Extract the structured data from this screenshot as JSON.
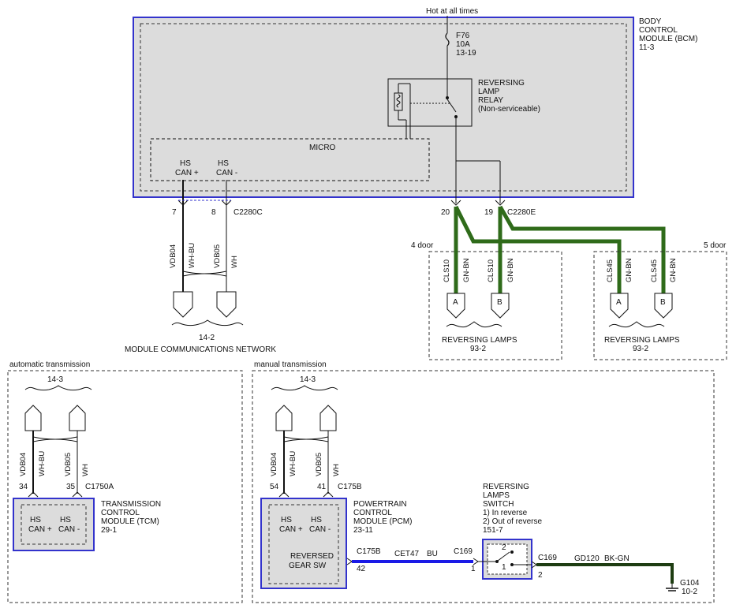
{
  "colors": {
    "module_border": "#3333cc",
    "module_fill": "#dcdcdc",
    "wire_green": "#2f6b1a",
    "wire_blue": "#1a1ae6",
    "wire_ground": "#1e3d12",
    "line": "#111111",
    "dash": "#333333"
  },
  "icons": [
    "fuse-icon",
    "relay-coil-icon",
    "relay-switch-icon",
    "ground-icon",
    "connector-plug-icon",
    "twisted-pair-icon"
  ],
  "power": {
    "label": "Hot at all times"
  },
  "bcm": {
    "label_lines": [
      "BODY",
      "CONTROL",
      "MODULE (BCM)",
      "11-3"
    ],
    "fuse_lines": [
      "F76",
      "10A",
      "13-19"
    ],
    "relay_lines": [
      "REVERSING",
      "LAMP",
      "RELAY",
      "(Non-serviceable)"
    ],
    "micro_label": "MICRO",
    "can_hi": [
      "HS",
      "CAN +"
    ],
    "can_lo": [
      "HS",
      "CAN -"
    ]
  },
  "bcm_connectors": {
    "can": {
      "pin_hi": "7",
      "pin_lo": "8",
      "connector": "C2280C"
    },
    "lamp": {
      "pin_a": "20",
      "pin_b": "19",
      "connector": "C2280E"
    }
  },
  "network": {
    "wire_hi": {
      "circuit": "VDB04",
      "color": "WH-BU"
    },
    "wire_lo": {
      "circuit": "VDB05",
      "color": "WH"
    },
    "page_ref": "14-2",
    "label": "MODULE COMMUNICATIONS NETWORK"
  },
  "lamps_4door": {
    "variant": "4 door",
    "wire_a": {
      "circuit": "CLS10",
      "color": "GN-BN"
    },
    "wire_b": {
      "circuit": "CLS10",
      "color": "GN-BN"
    },
    "plug_a": "A",
    "plug_b": "B",
    "label": "REVERSING LAMPS",
    "page_ref": "93-2"
  },
  "lamps_5door": {
    "variant": "5 door",
    "wire_a": {
      "circuit": "CLS45",
      "color": "GN-BN"
    },
    "wire_b": {
      "circuit": "CLS45",
      "color": "GN-BN"
    },
    "plug_a": "A",
    "plug_b": "B",
    "label": "REVERSING LAMPS",
    "page_ref": "93-2"
  },
  "auto_trans": {
    "variant": "automatic transmission",
    "page_ref": "14-3",
    "wire_hi": {
      "circuit": "VDB04",
      "color": "WH-BU"
    },
    "wire_lo": {
      "circuit": "VDB05",
      "color": "WH"
    },
    "pin_hi": "34",
    "pin_lo": "35",
    "connector": "C1750A",
    "module_lines": [
      "TRANSMISSION",
      "CONTROL",
      "MODULE (TCM)",
      "29-1"
    ],
    "can_hi": [
      "HS",
      "CAN +"
    ],
    "can_lo": [
      "HS",
      "CAN -"
    ]
  },
  "manual_trans": {
    "variant": "manual transmission",
    "page_ref": "14-3",
    "wire_hi": {
      "circuit": "VDB04",
      "color": "WH-BU"
    },
    "wire_lo": {
      "circuit": "VDB05",
      "color": "WH"
    },
    "pin_hi": "54",
    "pin_lo": "41",
    "connector": "C175B",
    "module_lines": [
      "POWERTRAIN",
      "CONTROL",
      "MODULE (PCM)",
      "23-11"
    ],
    "can_hi": [
      "HS",
      "CAN +"
    ],
    "can_lo": [
      "HS",
      "CAN -"
    ],
    "gear_sw": [
      "REVERSED",
      "GEAR SW"
    ],
    "gear_connector": "C175B",
    "gear_pin": "42",
    "gear_wire": {
      "circuit": "CET47",
      "color": "BU"
    },
    "switch_connector_in": "C169",
    "switch_pin_in": "1",
    "switch_lines": [
      "REVERSING",
      "LAMPS",
      "SWITCH",
      "1) In reverse",
      "2) Out of reverse",
      "151-7"
    ],
    "switch_pin_top": "2",
    "switch_pin_bottom": "1",
    "switch_connector_out": "C169",
    "switch_pin_out": "2",
    "ground_wire": {
      "circuit": "GD120",
      "color": "BK-GN"
    },
    "ground": {
      "id": "G104",
      "page_ref": "10-2"
    }
  }
}
